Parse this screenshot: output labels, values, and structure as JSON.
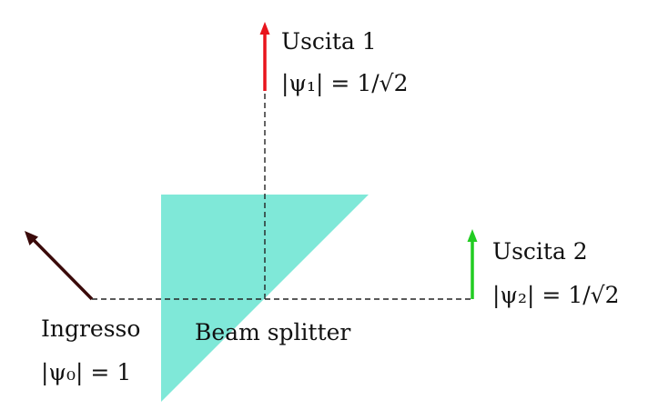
{
  "labels": {
    "output1_title": "Uscita 1",
    "output1_amplitude": "|ψ₁| = 1/√2",
    "output2_title": "Uscita 2",
    "output2_amplitude": "|ψ₂| = 1/√2",
    "input_title": "Ingresso",
    "input_amplitude": "|ψ₀| = 1",
    "splitter_label": "Beam splitter"
  },
  "colors": {
    "splitter_fill": "#7fe8d8",
    "output1_arrow": "#e8141c",
    "output2_arrow": "#22cc22",
    "input_arrow": "#3a0a0a",
    "beam_line": "#222222"
  }
}
